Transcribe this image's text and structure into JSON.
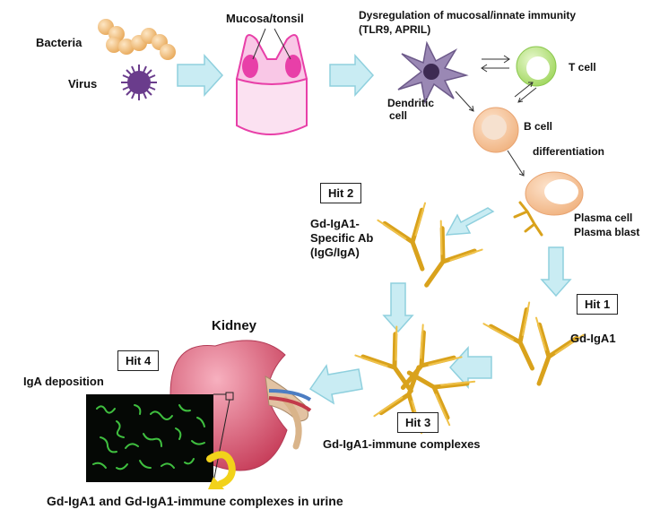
{
  "labels": {
    "bacteria": "Bacteria",
    "virus": "Virus",
    "mucosa": "Mucosa/tonsil",
    "dysregulation": "Dysregulation of mucosal/innate  immunity",
    "tlr": "(TLR9, APRIL)",
    "dendritic": "Dendritic",
    "dendritic2": "cell",
    "tcell": "T cell",
    "bcell": "B cell",
    "differentiation": "differentiation",
    "plasma1": "Plasma cell",
    "plasma2": "Plasma blast",
    "specific1": "Gd-IgA1-",
    "specific2": "Specific Ab",
    "specific3": "(IgG/IgA)",
    "gdiga1": "Gd-IgA1",
    "kidney": "Kidney",
    "immune_complexes": "Gd-IgA1-immune complexes",
    "iga_deposition": "IgA deposition",
    "urine": "Gd-IgA1 and Gd-IgA1-immune complexes in urine"
  },
  "hits": {
    "hit1": "Hit 1",
    "hit2": "Hit 2",
    "hit3": "Hit 3",
    "hit4": "Hit 4"
  },
  "colors": {
    "arrow_fill": "#c9ecf3",
    "arrow_stroke": "#8fd0de",
    "antibody": "#d9a21c",
    "bacteria": "#f2c48a",
    "virus": "#6a3c8c",
    "mucosa_pink": "#e83fa8",
    "cell_orange": "#f7c9a2",
    "tcell_green": "#b7e38a",
    "kidney": "#e0607a",
    "deposition_green": "#3fbf3f"
  }
}
